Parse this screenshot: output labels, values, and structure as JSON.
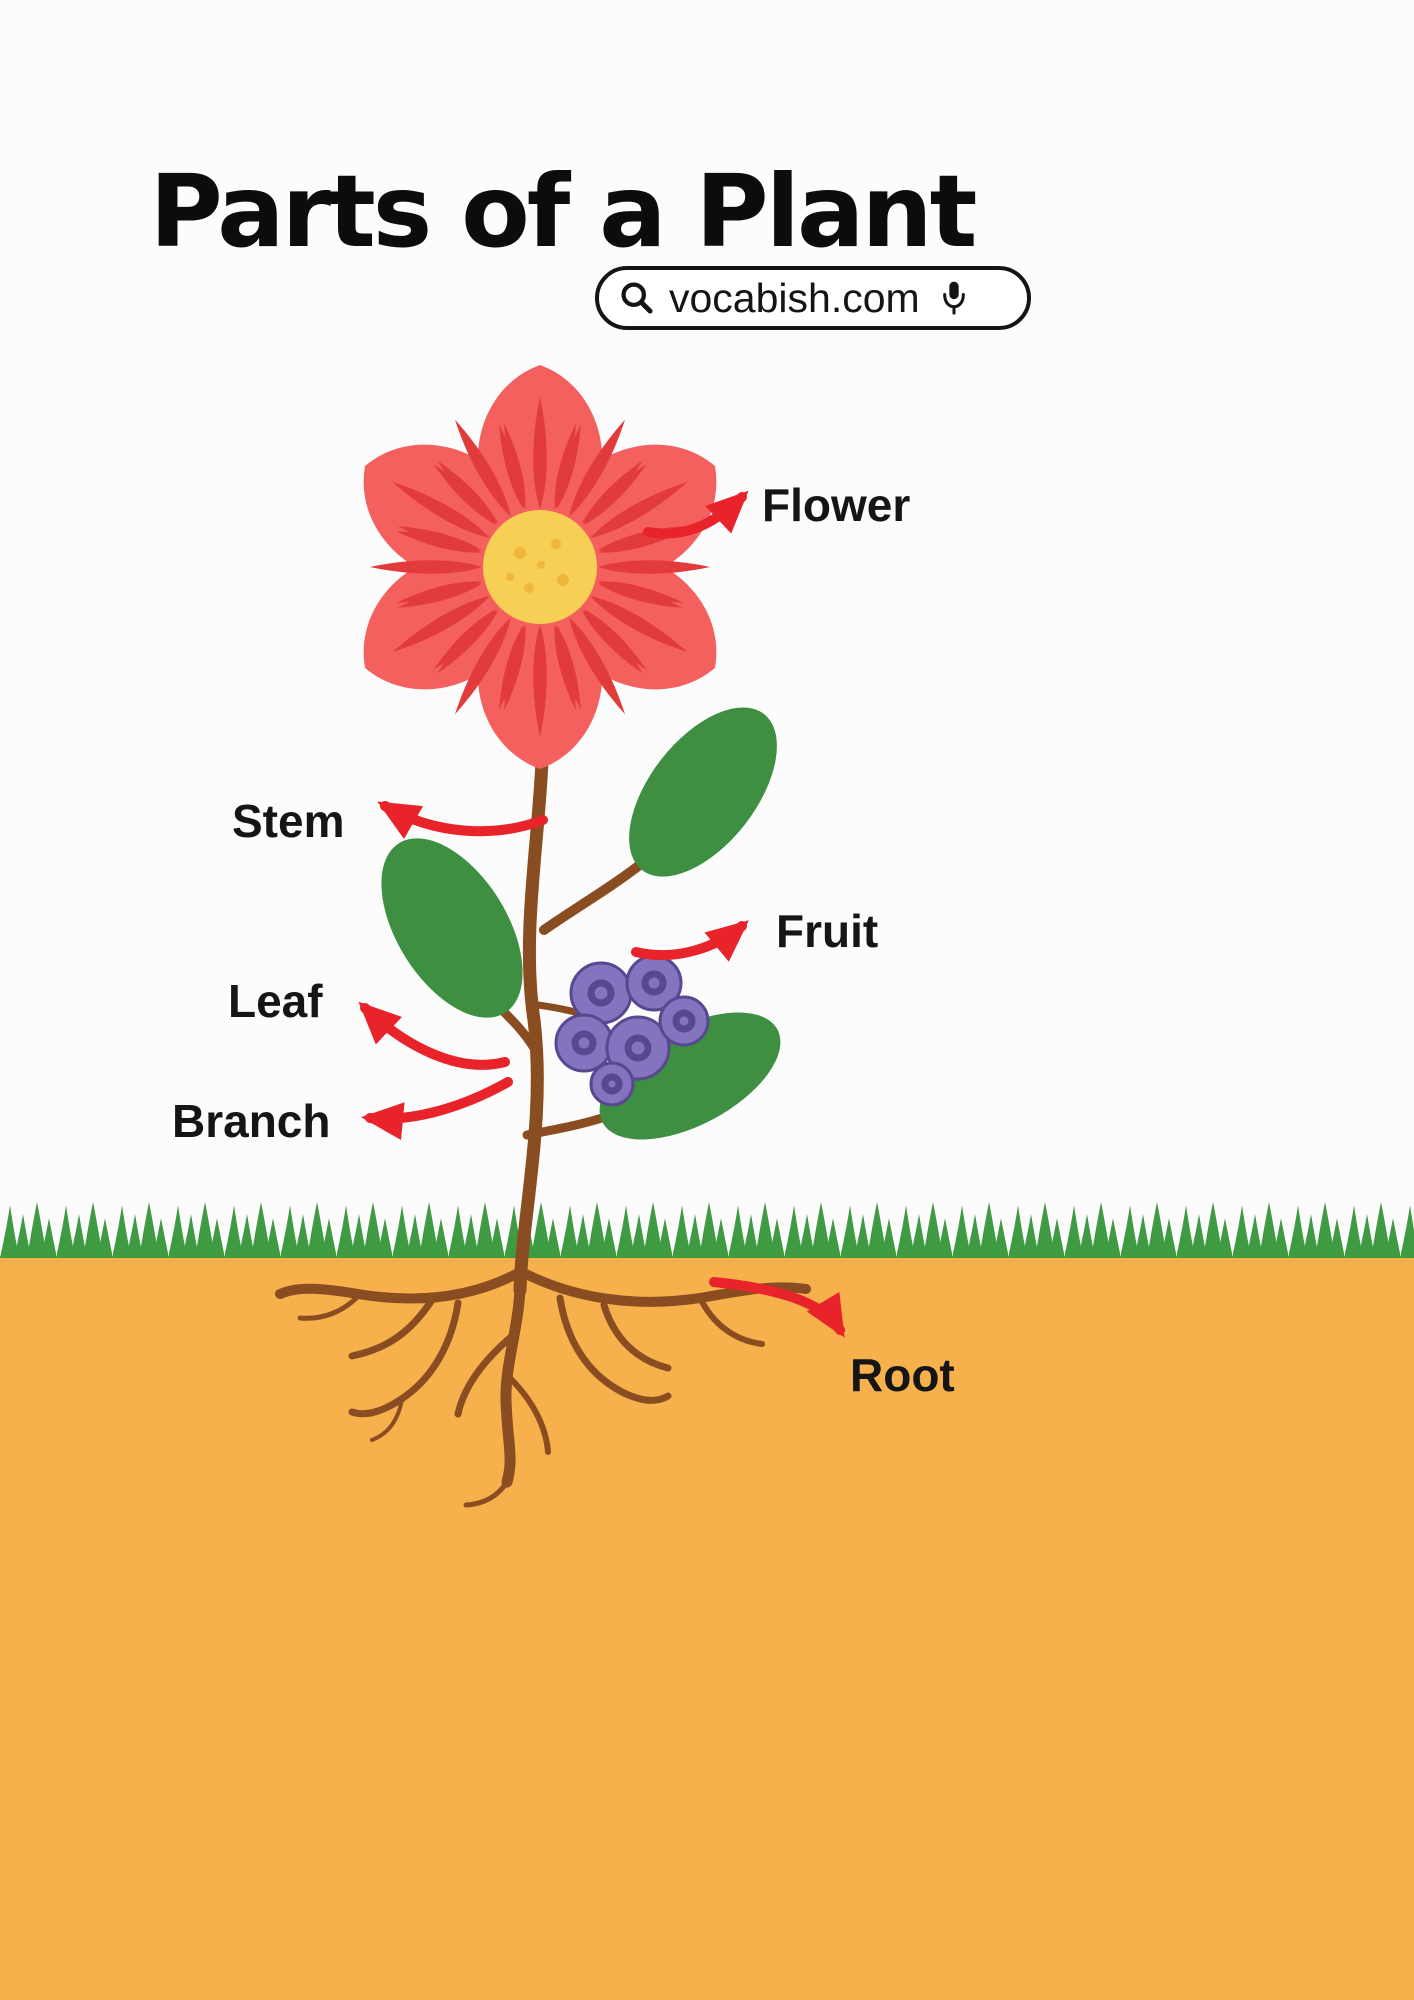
{
  "title": "Parts of a Plant",
  "search": {
    "text": "vocabish.com",
    "search_icon": "magnifier-icon",
    "mic_icon": "microphone-icon"
  },
  "labels": {
    "flower": "Flower",
    "stem": "Stem",
    "leaf": "Leaf",
    "branch": "Branch",
    "fruit": "Fruit",
    "root": "Root"
  },
  "colors": {
    "petal": "#f4605e",
    "petalAccent": "#e23b3b",
    "flowerCenter": "#f7cf55",
    "flowerCenterDots": "#efb73c",
    "leaf": "#3e8f41",
    "berry": "#8473bf",
    "berryDark": "#57488f",
    "grass": "#3f9b42",
    "soil": "#f6b14d",
    "stem": "#8a4d22",
    "arrow": "#e8232a",
    "label": "#151515"
  }
}
